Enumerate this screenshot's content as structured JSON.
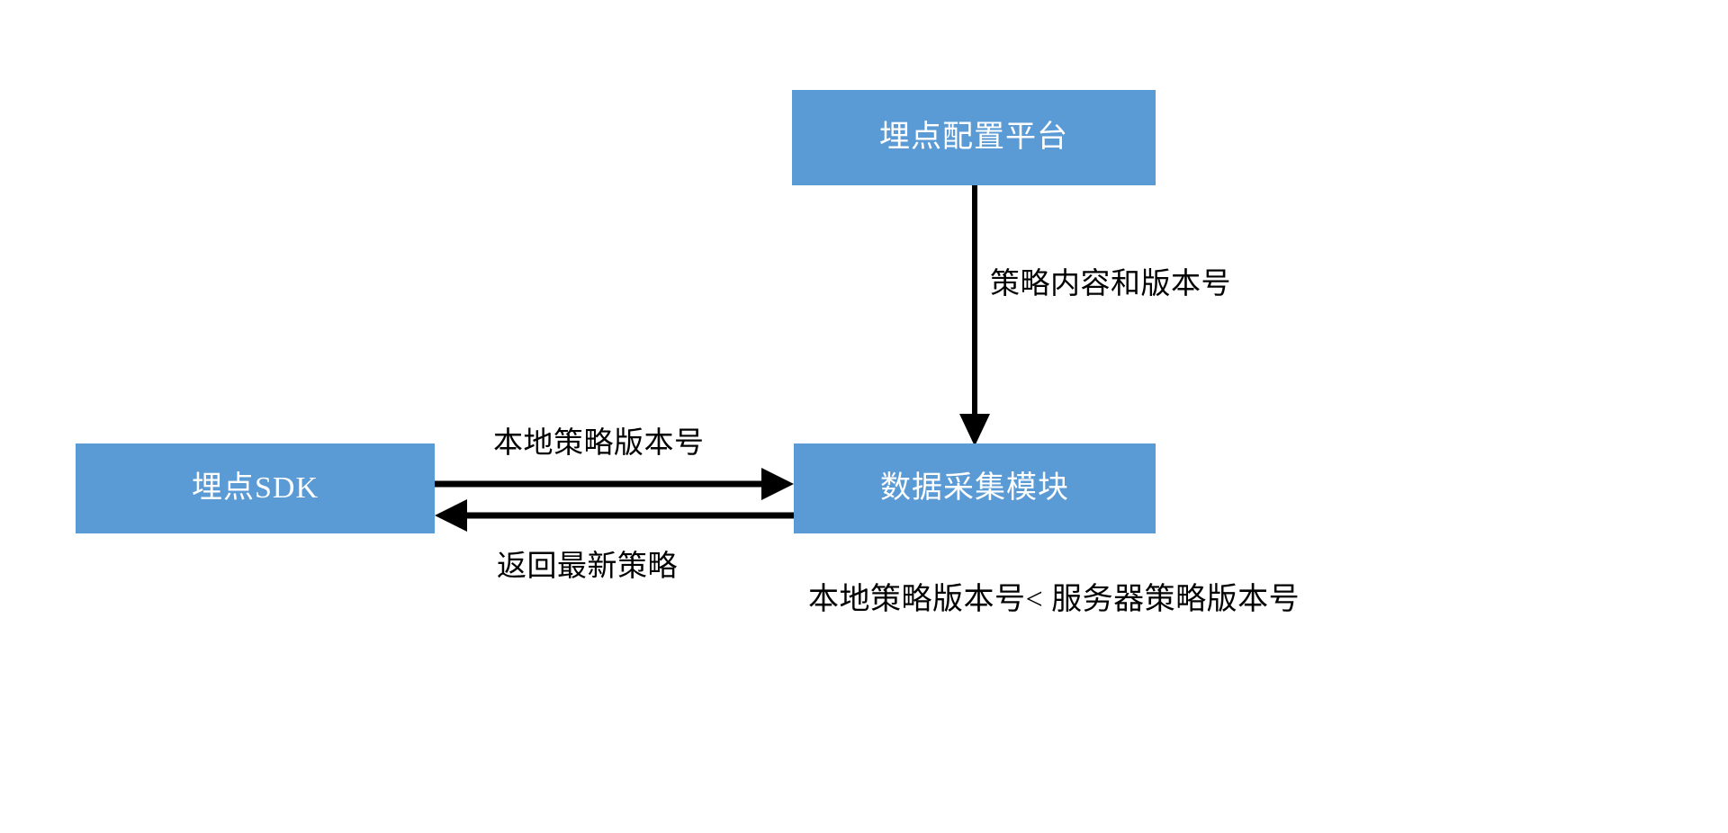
{
  "diagram": {
    "title": "",
    "background_color": "#FFFFFF",
    "node_fill_color": "#5B9BD5",
    "node_text_color": "#FFFFFF",
    "edge_color": "#000000",
    "nodes": [
      {
        "id": "platform",
        "label": "埋点配置平台",
        "icon": "rectangle-node"
      },
      {
        "id": "sdk",
        "label": "埋点SDK",
        "icon": "rectangle-node"
      },
      {
        "id": "collector",
        "label": "数据采集模块",
        "icon": "rectangle-node"
      }
    ],
    "edges": [
      {
        "id": "platform-to-collector",
        "from": "platform",
        "to": "collector",
        "label": "策略内容和版本号",
        "direction": "down",
        "arrow": "arrow-head-down"
      },
      {
        "id": "sdk-to-collector",
        "from": "sdk",
        "to": "collector",
        "label": "本地策略版本号",
        "direction": "right",
        "arrow": "arrow-head-right"
      },
      {
        "id": "collector-to-sdk",
        "from": "collector",
        "to": "sdk",
        "label": "返回最新策略",
        "direction": "left",
        "arrow": "arrow-head-left"
      }
    ],
    "captions": [
      {
        "id": "version-compare",
        "text": "本地策略版本号< 服务器策略版本号"
      }
    ]
  }
}
